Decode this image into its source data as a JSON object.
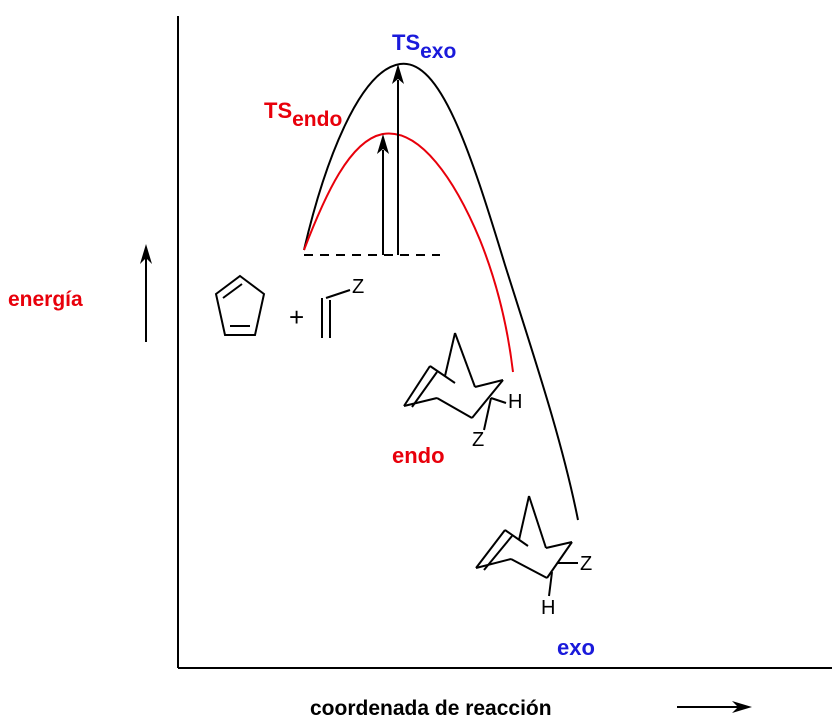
{
  "diagram": {
    "ts_exo": {
      "main": "TS",
      "sub": "exo"
    },
    "ts_endo": {
      "main": "TS",
      "sub": "endo"
    },
    "y_axis_label": "energía",
    "x_axis_label": "coordenada de reacción",
    "reactant_plus": "+",
    "reactant_substituent": "Z",
    "endo_product": {
      "label": "endo",
      "h_label": "H",
      "z_label": "Z"
    },
    "exo_product": {
      "label": "exo",
      "h_label": "H",
      "z_label": "Z"
    },
    "colors": {
      "exo": "#1a1adb",
      "endo": "#e8000b",
      "line": "#000000"
    }
  }
}
